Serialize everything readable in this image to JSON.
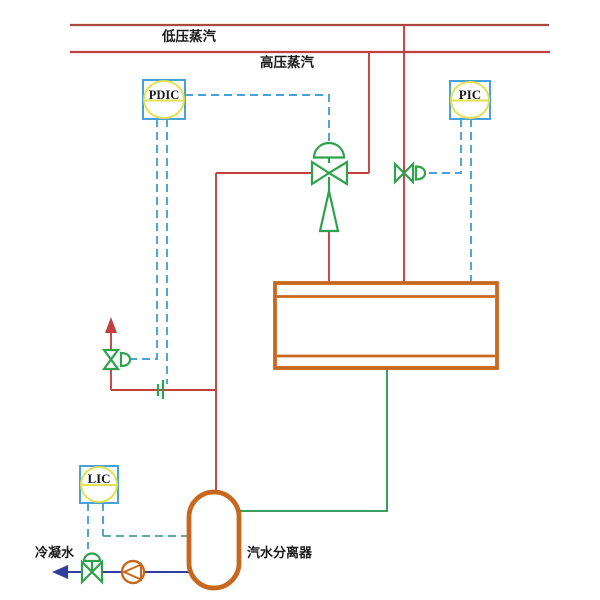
{
  "diagram": {
    "type": "steam-system-piping-and-instrumentation-diagram",
    "labels": {
      "lp_steam": "低压蒸汽",
      "hp_steam": "高压蒸汽",
      "separator": "汽水分离器",
      "condensate": "冷凝水"
    },
    "instruments": [
      {
        "tag": "PDIC",
        "type": "pressure-differential-indicating-controller"
      },
      {
        "tag": "PIC",
        "type": "pressure-indicating-controller"
      },
      {
        "tag": "LIC",
        "type": "level-indicating-controller"
      }
    ],
    "equipment": [
      {
        "name": "heat-exchanger"
      },
      {
        "name": "steam-water-separator"
      },
      {
        "name": "condensate-pump"
      },
      {
        "name": "pressure-reducing-control-valve"
      },
      {
        "name": "lp-steam-control-valve"
      },
      {
        "name": "vent-control-valve"
      },
      {
        "name": "condensate-control-valve"
      }
    ],
    "colors": {
      "steam_red": "#c24040",
      "steam_red_dark": "#a84a42",
      "signal_blue": "#4aa0d8",
      "signal_teal": "#5fa89b",
      "valve_green": "#2fa24e",
      "process_green": "#3c9e5e",
      "equip_orange": "#c8681e",
      "condensate_navy": "#2f3e9e",
      "instr_yellow": "#e2e250",
      "instr_border": "#4aa0d8",
      "text_black": "#1a1a1a"
    }
  }
}
